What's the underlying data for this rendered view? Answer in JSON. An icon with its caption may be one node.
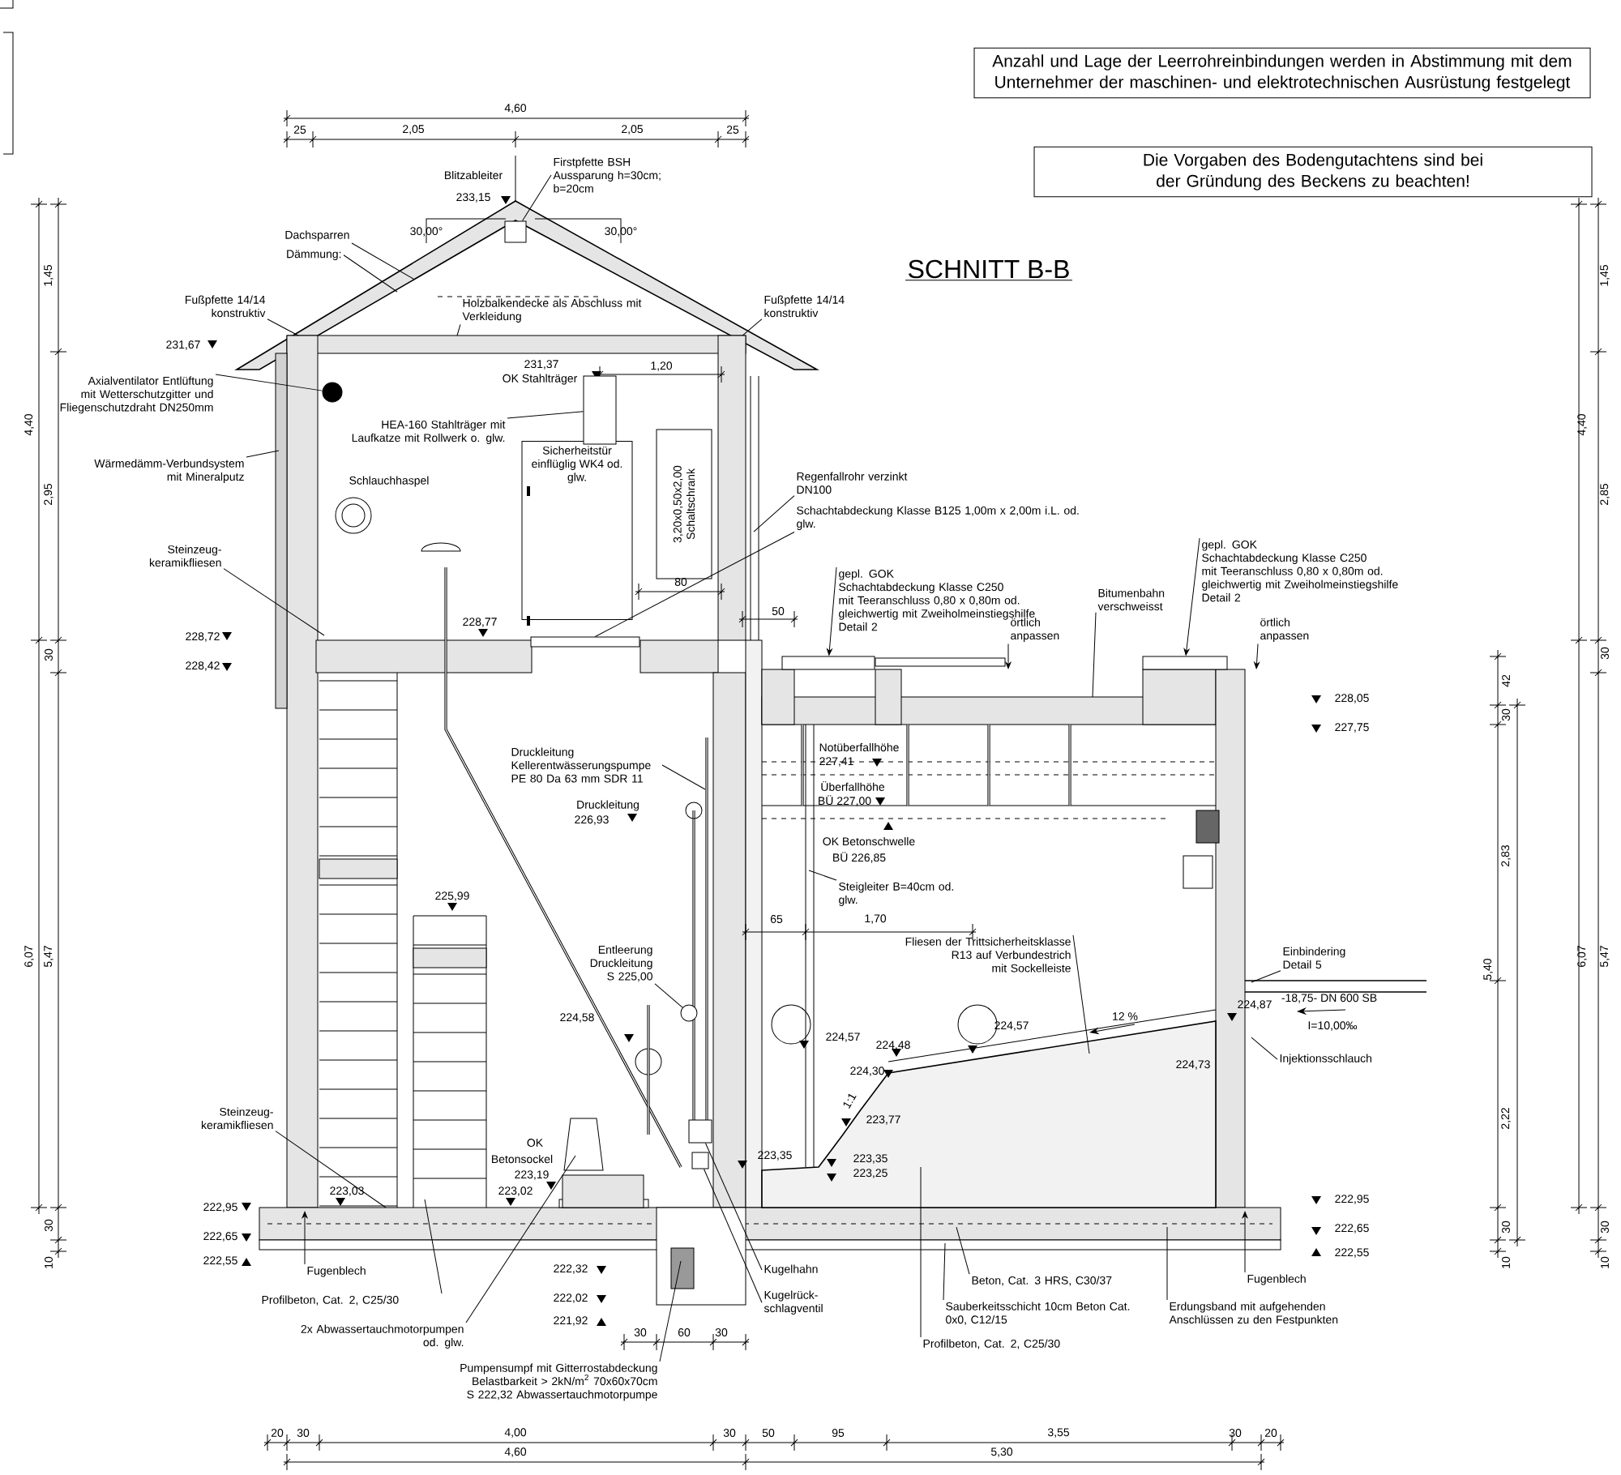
{
  "diagram": {
    "title": "SCHNITT B-B",
    "nodes": [
      {
        "text": [
          "Anzahl und Lage der Leerrohreinbindungen werden in Abstimmung mit dem Unternehmer der maschinen- und elektrotechnischen Ausrüstung festgelegt"
        ]
      },
      {
        "text": [
          "Die Vorgaben des Bodengutachtens sind bei der Gründung des Beckens zu beachten!"
        ]
      },
      {
        "text": [
          "Firstpfette BSH",
          "Aussparung h=30cm; b=20cm"
        ]
      },
      {
        "text": [
          "Dachsparren"
        ]
      },
      {
        "text": [
          "Dämmung:"
        ]
      },
      {
        "text": [
          "Fußpfette 14/14 konstruktiv"
        ]
      },
      {
        "text": [
          "Holzbalkendecke als Abschluss mit Verkleidung"
        ]
      },
      {
        "text": [
          "Fußpfette 14/14 konstruktiv"
        ]
      },
      {
        "text": [
          "Axialventilator Entlüftung mit Wetterschutzgitter und Fliegenschutzdraht DN250mm"
        ]
      },
      {
        "text": [
          "Wärmedämm-Verbundsystem mit Mineralputz"
        ]
      },
      {
        "text": [
          "HEA-160 Stahlträger mit Laufkatze mit Rollwerk o. glw."
        ]
      },
      {
        "text": [
          "Sicherheitstür einflüglig WK4 od. glw."
        ]
      },
      {
        "text": [
          "3,20x0,50x2,00 Schaltschrank"
        ]
      },
      {
        "text": [
          "Regenfallrohr verzinkt DN100"
        ]
      },
      {
        "text": [
          "Schachtabdeckung Klasse B125 1,00m x 2,00m i.L. od. glw."
        ]
      },
      {
        "text": [
          "Steinzeug- keramikfliesen"
        ]
      },
      {
        "text": [
          "gepl. GOK",
          "Schachtabdeckung Klasse C250 mit Teeranschluss 0,80 x 0,80m od. gleichwertig mit Zweiholmeinstiegshilfe Detail 2"
        ]
      },
      {
        "text": [
          "örtlich anpassen"
        ]
      },
      {
        "text": [
          "Bitumenbahn verschweisst"
        ]
      },
      {
        "text": [
          "gepl. GOK",
          "Schachtabdeckung Klasse C250 mit Teeranschluss 0,80 x 0,80m od. gleichwertig mit Zweiholmeinstiegshilfe Detail 2"
        ]
      },
      {
        "text": [
          "örtlich anpassen"
        ]
      },
      {
        "text": [
          "Steigleiter B=40cm od. glw."
        ]
      },
      {
        "text": [
          "Druckleitung Kellerentwässerungspumpe PE 80 Da 63 mm SDR 11"
        ]
      },
      {
        "text": [
          "Entleerung Druckleitung S 225,00"
        ]
      },
      {
        "text": [
          "Fliesen der Trittsicherheitsklasse R13 auf Verbundestrich mit Sockelleiste"
        ]
      },
      {
        "text": [
          "Einbindering Detail 5"
        ]
      },
      {
        "text": [
          "Injektionsschlauch"
        ]
      },
      {
        "text": [
          "Steinzeug- keramikfliesen"
        ]
      },
      {
        "text": [
          "Fugenblech"
        ]
      },
      {
        "text": [
          "Profilbeton, Cat. 2, C25/30"
        ]
      },
      {
        "text": [
          "2x Abwassertauchmotorpumpen od. glw."
        ]
      },
      {
        "text": [
          "Pumpensumpf mit Gitterrostabdeckung Belastbarkeit > 2kN/m$^{2}$ 70x60x70cm S 222,32 Abwassertauchmotorpumpe"
        ]
      },
      {
        "text": [
          "Kugelhahn"
        ]
      },
      {
        "text": [
          "Kugelrück- schlagventil"
        ]
      },
      {
        "text": [
          "Beton, Cat. 3 HRS, C30/37"
        ]
      },
      {
        "text": [
          "Sauberkeitsschicht 10cm Beton Cat. 0x0, C12/15"
        ]
      },
      {
        "text": [
          "Profilbeton, Cat. 2, C25/30"
        ]
      },
      {
        "text": [
          "Erdungsband mit aufgehenden Anschlüssen zu den Festpunkten"
        ]
      },
      {
        "text": [
          "Fugenblech"
        ]
      },
      {
        "text": [],
        "shape": "circle"
      },
      {
        "text": [],
        "shape": "box"
      },
      {
        "text": [],
        "shape": "box"
      },
      {
        "text": [],
        "shape": "box"
      },
      {
        "text": [],
        "shape": "box"
      },
      {
        "text": [],
        "shape": "box"
      },
      {
        "text": [],
        "shape": "circle"
      },
      {
        "text": [],
        "shape": "box"
      },
      {
        "text": [],
        "shape": "box"
      }
    ],
    "edges": [
      {
        "from": 2,
        "to": 43,
        "arrow": "none"
      },
      {
        "from": 3,
        "to": null,
        "arrow": "none"
      },
      {
        "from": 4,
        "to": null,
        "arrow": "none"
      },
      {
        "from": 5,
        "to": null,
        "arrow": "none"
      },
      {
        "from": 6,
        "to": null,
        "arrow": "none"
      },
      {
        "from": 7,
        "to": null,
        "arrow": "none"
      },
      {
        "from": 8,
        "to": 39,
        "arrow": "none"
      },
      {
        "from": 9,
        "to": null,
        "arrow": "none"
      },
      {
        "from": 10,
        "to": 40,
        "arrow": "none"
      },
      {
        "from": 13,
        "to": null,
        "arrow": "none"
      },
      {
        "from": 14,
        "to": 44,
        "arrow": "none"
      },
      {
        "from": 15,
        "to": null,
        "arrow": "none"
      },
      {
        "from": 16,
        "to": 46,
        "arrow": "to"
      },
      {
        "from": 17,
        "to": null,
        "arrow": "to"
      },
      {
        "from": 18,
        "to": null,
        "arrow": "none"
      },
      {
        "from": 19,
        "to": 47,
        "arrow": "to"
      },
      {
        "from": 20,
        "to": null,
        "arrow": "to"
      },
      {
        "from": 21,
        "to": null,
        "arrow": "none"
      },
      {
        "from": 22,
        "to": null,
        "arrow": "none"
      },
      {
        "from": 23,
        "to": 45,
        "arrow": "none"
      },
      {
        "from": 24,
        "to": null,
        "arrow": "none"
      },
      {
        "from": 25,
        "to": null,
        "arrow": "none"
      },
      {
        "from": 26,
        "to": null,
        "arrow": "none"
      },
      {
        "from": 27,
        "to": null,
        "arrow": "none"
      },
      {
        "from": 28,
        "to": null,
        "arrow": "to"
      },
      {
        "from": 29,
        "to": null,
        "arrow": "none"
      },
      {
        "from": 30,
        "to": null,
        "arrow": "none"
      },
      {
        "from": 31,
        "to": null,
        "arrow": "none"
      },
      {
        "from": 32,
        "to": 41,
        "arrow": "none"
      },
      {
        "from": 33,
        "to": 42,
        "arrow": "none"
      },
      {
        "from": 34,
        "to": null,
        "arrow": "none"
      },
      {
        "from": 35,
        "to": null,
        "arrow": "none"
      },
      {
        "from": 36,
        "to": null,
        "arrow": "none"
      },
      {
        "from": 37,
        "to": null,
        "arrow": "none"
      },
      {
        "from": 38,
        "to": null,
        "arrow": "to"
      }
    ],
    "labels": [
      "4,60",
      "25",
      "2,05",
      "2,05",
      "25",
      "Blitzableiter",
      "233,15",
      "30,00°",
      "30,00°",
      "1,45",
      "1,45",
      "231,67",
      "231,37",
      "OK Stahlträger",
      "1,20",
      "4,40",
      "4,40",
      "Schlauchhaspel",
      "2,95",
      "2,85",
      "80",
      "50",
      "228,77",
      "228,72",
      "30",
      "30",
      "228,42",
      "42",
      "228,05",
      "30",
      "227,75",
      "Notüberfallhöhe",
      "227,41",
      "Überfallhöhe",
      "BÜ 227,00",
      "Druckleitung",
      "226,93",
      "OK Betonschwelle",
      "BÜ 226,85",
      "2,83",
      "225,99",
      "65",
      "1,70",
      "6,07",
      "5,47",
      "6,07",
      "5,47",
      "5,40",
      "224,58",
      "224,57",
      "224,48",
      "224,57",
      "12 %",
      "224,73",
      "224,87",
      "-18,75- DN 600 SB",
      "I=10,00‰",
      "224,30",
      "1:1",
      "2,22",
      "223,77",
      "OK",
      "Betonsockel",
      "223,35",
      "223,35",
      "223,19",
      "223,25",
      "223,03",
      "223,02",
      "222,95",
      "222,95",
      "30",
      "30",
      "30",
      "222,65",
      "222,65",
      "222,55",
      "222,55",
      "10",
      "10",
      "10",
      "222,32",
      "222,02",
      "221,92",
      "30",
      "60",
      "30",
      "20",
      "30",
      "4,00",
      "30",
      "50",
      "95",
      "3,55",
      "30",
      "20",
      "4,60",
      "5,30"
    ]
  }
}
